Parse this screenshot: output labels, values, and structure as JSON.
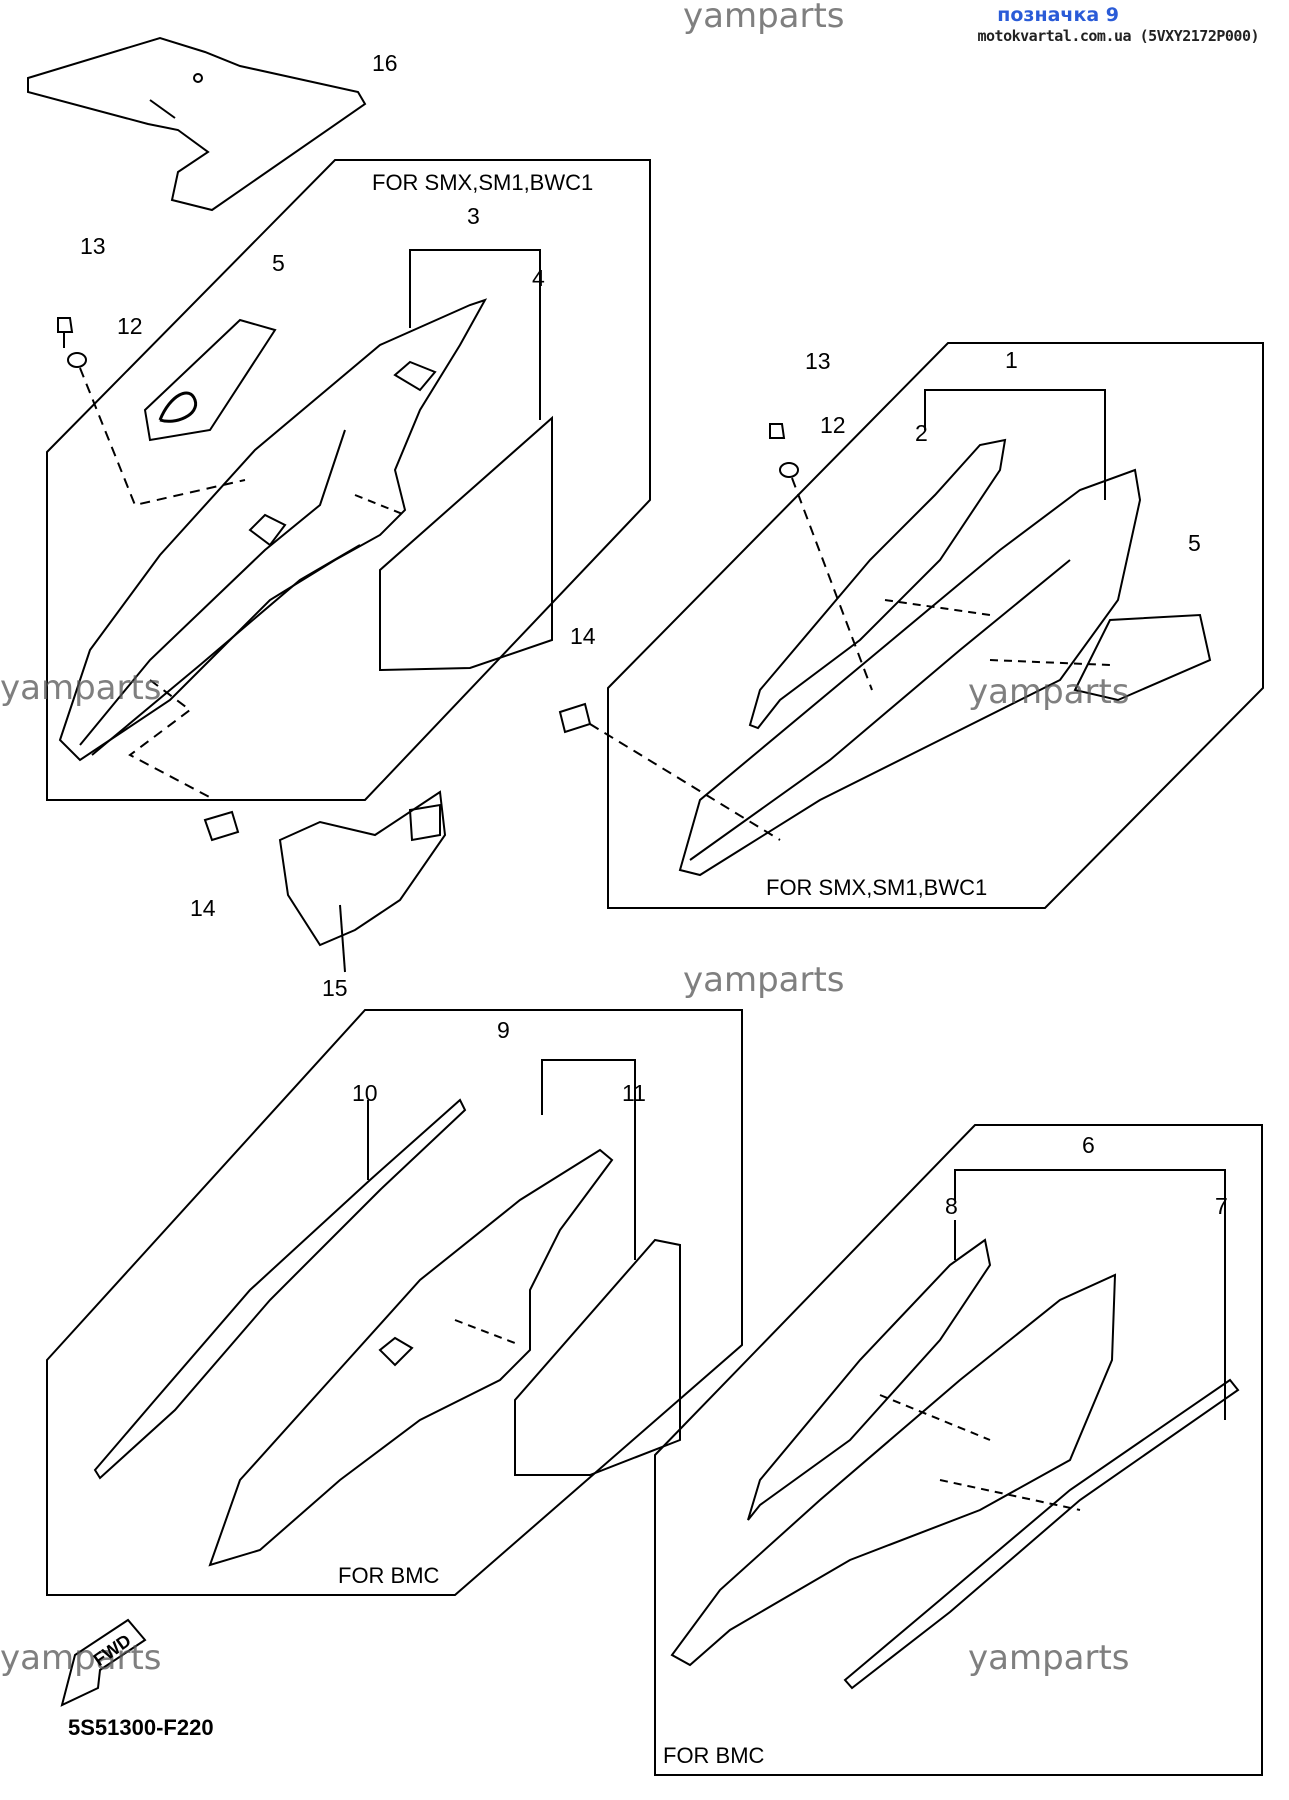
{
  "header": {
    "title": "позначка 9",
    "source": "motokvartal.com.ua (5VXY2172P000)"
  },
  "watermark": "yamparts",
  "variant_labels": {
    "top_left": "FOR SMX,SM1,BWC1",
    "top_right": "FOR SMX,SM1,BWC1",
    "bottom_left": "FOR BMC",
    "bottom_right": "FOR BMC"
  },
  "callouts": {
    "c1": "1",
    "c2": "2",
    "c3": "3",
    "c4": "4",
    "c5a": "5",
    "c5b": "5",
    "c6": "6",
    "c7": "7",
    "c8": "8",
    "c9": "9",
    "c10": "10",
    "c11": "11",
    "c12a": "12",
    "c12b": "12",
    "c13a": "13",
    "c13b": "13",
    "c14a": "14",
    "c14b": "14",
    "c15": "15",
    "c16": "16"
  },
  "fwd_badge": "FWD",
  "part_code": "5S51300-F220"
}
